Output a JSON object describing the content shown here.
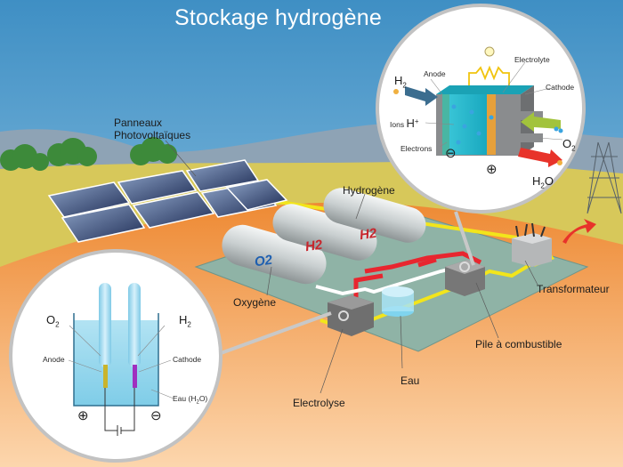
{
  "title": "Stockage hydrogène",
  "colors": {
    "sky_top": "#3f8fc4",
    "sky_bottom": "#a9d4ec",
    "hills": "#8ea3b5",
    "grass": "#d7c85a",
    "ground_orange": "#f0913e",
    "ground_light": "#fbd3a8",
    "platform": "#8fb3a6",
    "hydrogen_pipe": "#e8262f",
    "oxygen_pipe": "#ffffff",
    "power_cable": "#f2e51b",
    "tank_label_o2": "#1e5fb0",
    "tank_label_h2": "#c8242b",
    "water": "#7fd4ee"
  },
  "labels": {
    "solar_panels_line1": "Panneaux",
    "solar_panels_line2": "Photovoltaïques",
    "hydrogen": "Hydrogène",
    "oxygen": "Oxygène",
    "transformer": "Transformateur",
    "fuel_cell": "Pile à combustible",
    "water": "Eau",
    "electrolysis": "Electrolyse"
  },
  "tanks": [
    {
      "label": "O2",
      "gas": "oxygen"
    },
    {
      "label": "H2",
      "gas": "hydrogen"
    },
    {
      "label": "H2",
      "gas": "hydrogen"
    }
  ],
  "fuel_cell_inset": {
    "anode": "Anode",
    "electrolyte": "Electrolyte",
    "cathode": "Cathode",
    "ions": "Ions",
    "ion_symbol": "H",
    "ion_charge": "+",
    "electrons": "Electrons",
    "h2": "H",
    "h2_sub": "2",
    "o2": "O",
    "o2_sub": "2",
    "h2o_h": "H",
    "h2o_sub": "2",
    "h2o_o": "O",
    "minus": "⊖",
    "plus": "⊕"
  },
  "electrolysis_inset": {
    "o2": "O",
    "o2_sub": "2",
    "h2": "H",
    "h2_sub": "2",
    "anode": "Anode",
    "cathode": "Cathode",
    "water": "Eau (H",
    "water_sub": "2",
    "water_end": "O)",
    "plus": "⊕",
    "minus": "⊖"
  }
}
